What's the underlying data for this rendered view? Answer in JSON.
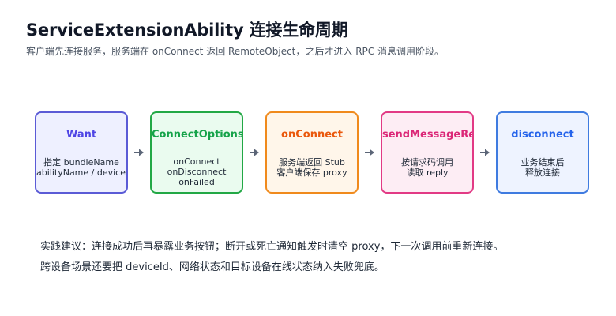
{
  "header": {
    "title": "ServiceExtensionAbility 连接生命周期",
    "subtitle": "客户端先连接服务，服务端在 onConnect 返回 RemoteObject，之后才进入 RPC 消息调用阶段。"
  },
  "steps": [
    {
      "title": "Want",
      "lines": [
        "指定 bundleName",
        "abilityName / deviceId"
      ],
      "border": "#5b5bd6",
      "fill": "#eef0ff",
      "title_color": "#4f46e5"
    },
    {
      "title": "ConnectOptions",
      "lines": [
        "onConnect",
        "onDisconnect",
        "onFailed"
      ],
      "border": "#22a845",
      "fill": "#eafbef",
      "title_color": "#16a34a"
    },
    {
      "title": "onConnect",
      "lines": [
        "服务端返回 Stub",
        "客户端保存 proxy"
      ],
      "border": "#f08a1c",
      "fill": "#fff6ea",
      "title_color": "#ea580c"
    },
    {
      "title": "sendMessageRequest",
      "lines": [
        "按请求码调用",
        "读取 reply"
      ],
      "border": "#e23a85",
      "fill": "#fdedf4",
      "title_color": "#db2777"
    },
    {
      "title": "disconnect",
      "lines": [
        "业务结束后",
        "释放连接"
      ],
      "border": "#3f7be0",
      "fill": "#eef3ff",
      "title_color": "#2563eb"
    }
  ],
  "arrow_color": "#5b6577",
  "notes": [
    "实践建议：连接成功后再暴露业务按钮；断开或死亡通知触发时清空 proxy，下一次调用前重新连接。",
    "跨设备场景还要把 deviceId、网络状态和目标设备在线状态纳入失败兜底。"
  ]
}
